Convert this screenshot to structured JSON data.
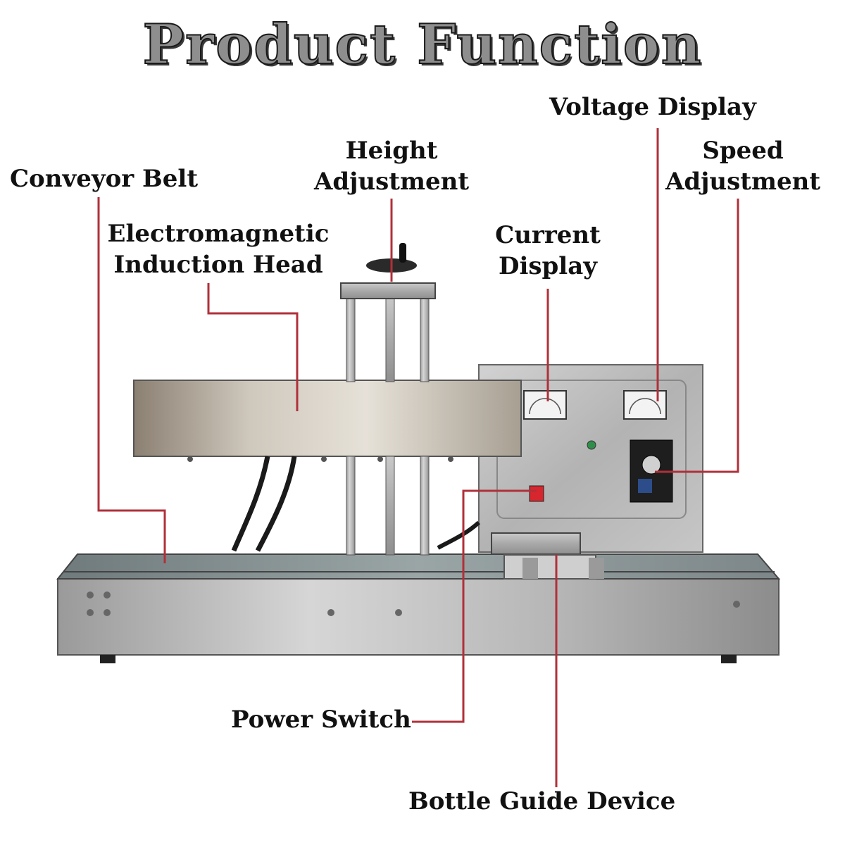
{
  "title": "Product Function",
  "colors": {
    "leader_line": "#b0303a",
    "steel": "#bdbdbd"
  },
  "labels": {
    "voltage_display": "Voltage Display",
    "height_adjustment_1": "Height",
    "height_adjustment_2": "Adjustment",
    "speed_adjustment_1": "Speed",
    "speed_adjustment_2": "Adjustment",
    "conveyor_belt": "Conveyor Belt",
    "induction_head_1": "Electromagnetic",
    "induction_head_2": "Induction Head",
    "current_display_1": "Current",
    "current_display_2": "Display",
    "power_switch": "Power Switch",
    "bottle_guide": "Bottle Guide Device"
  }
}
